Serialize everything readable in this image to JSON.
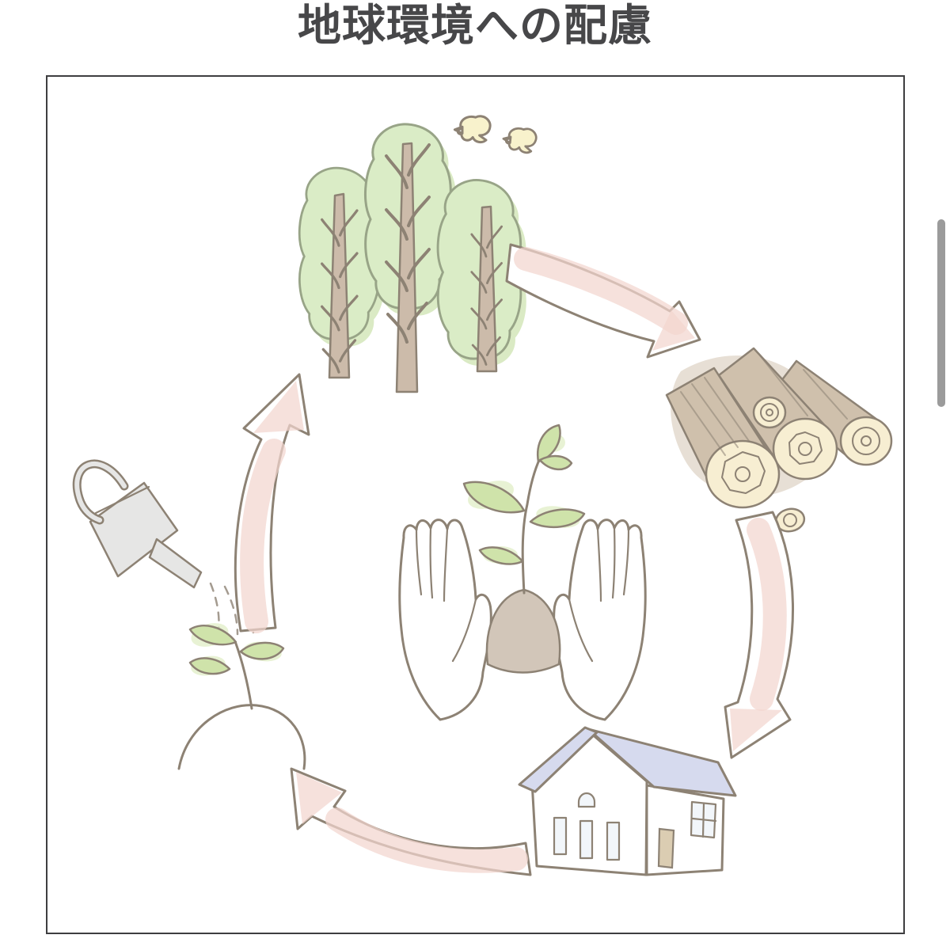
{
  "page": {
    "title": "地球環境への配慮"
  },
  "illustration": {
    "type": "cycle-diagram",
    "subject": "environmental wood cycle",
    "center_icon": "hands-holding-sprout-icon",
    "stage_icons": [
      {
        "icon": "forest-trees-icon",
        "position": "top"
      },
      {
        "icon": "timber-logs-icon",
        "position": "right"
      },
      {
        "icon": "house-icon",
        "position": "bottom"
      },
      {
        "icon": "watering-seedling-icon",
        "position": "left"
      }
    ],
    "arrow_icons": [
      "arrow-forest-to-logs-icon",
      "arrow-logs-to-house-icon",
      "arrow-house-to-seedling-icon",
      "arrow-seedling-to-forest-icon"
    ],
    "decoration_icons": [
      "birds-icon"
    ]
  },
  "scrollbar": {
    "visible": true
  },
  "colors": {
    "title_text": "#474749",
    "frame_border": "#3e3e40",
    "ink": "#8d8274",
    "foliage": "#daecc6",
    "foliage_shadow": "#cde3b0",
    "foliage_stroke": "#98a487",
    "trunk": "#ccbbaa",
    "pink": "#f2d6cf",
    "bird": "#f8f2cc",
    "log_bark": "#cfc0ac",
    "log_end": "#f7eed2",
    "roof": "#d6daee",
    "door": "#dbcdb2",
    "can_body": "#e6e6e5",
    "leaf": "#cfe3aa",
    "leaf_wash": "#dcebbd",
    "soil": "#d2c6b9",
    "scrollbar": "#9b9b9b",
    "bg": "#ffffff"
  }
}
